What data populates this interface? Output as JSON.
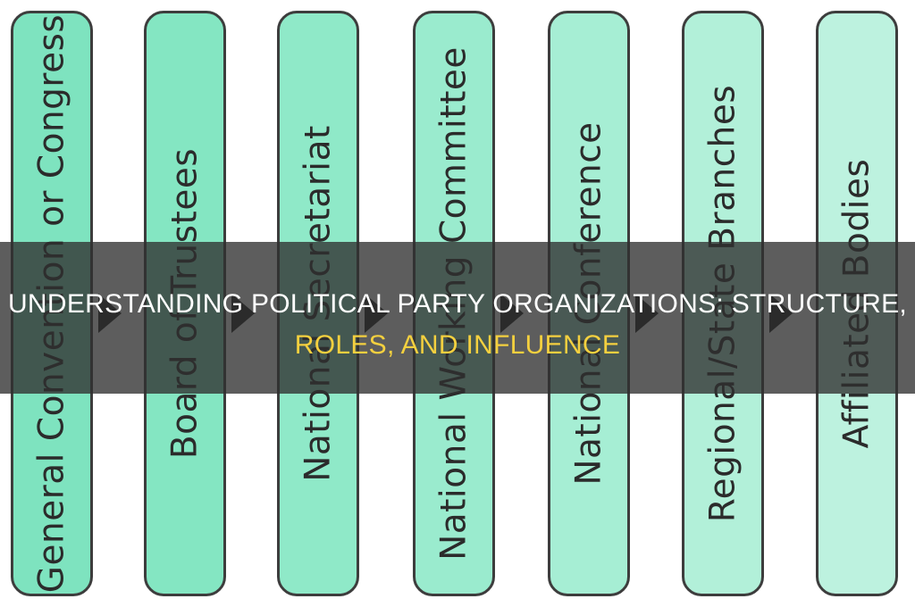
{
  "diagram": {
    "boxes": [
      {
        "label": "General Convention or Congress",
        "fill": "#7ee3bf"
      },
      {
        "label": "Board of Trustees",
        "fill": "#84e6c2"
      },
      {
        "label": "National Secretariat",
        "fill": "#8fe9c8"
      },
      {
        "label": "National Working Committee",
        "fill": "#9aebce"
      },
      {
        "label": "National Conference",
        "fill": "#a6eed4"
      },
      {
        "label": "Regional/State Branches",
        "fill": "#b2f0d9"
      },
      {
        "label": "Affiliated Bodies",
        "fill": "#bdf2df"
      }
    ],
    "arrow_color": "#1c1c1c"
  },
  "banner": {
    "line1": "Understanding Political Party Organizations: Structure,",
    "line2": "Roles, and Influence",
    "line1_color": "#ffffff",
    "line2_color": "#f4d03f"
  }
}
